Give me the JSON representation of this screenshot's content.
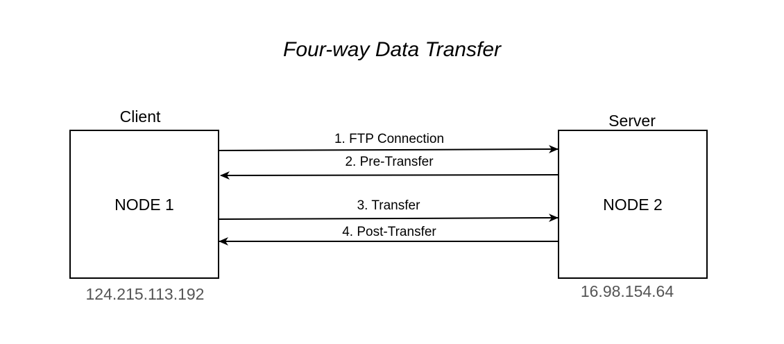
{
  "title": "Four-way Data Transfer",
  "client": {
    "role": "Client",
    "node": "NODE 1",
    "ip": "124.215.113.192"
  },
  "server": {
    "role": "Server",
    "node": "NODE 2",
    "ip": "16.98.154.64"
  },
  "arrows": [
    {
      "label": "1. FTP Connection",
      "direction": "client-to-server"
    },
    {
      "label": "2. Pre-Transfer",
      "direction": "server-to-client"
    },
    {
      "label": "3. Transfer",
      "direction": "client-to-server"
    },
    {
      "label": "4. Post-Transfer",
      "direction": "server-to-client"
    }
  ],
  "colors": {
    "stroke": "#000000",
    "ip_text": "#555555"
  }
}
